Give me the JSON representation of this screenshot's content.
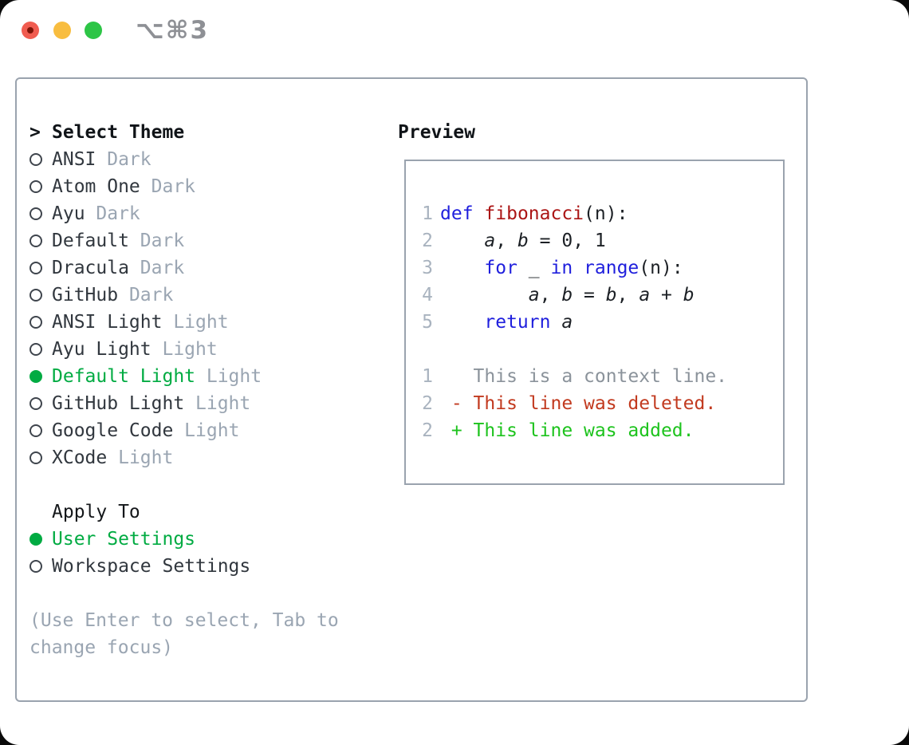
{
  "window": {
    "shortcut_label": "⌥⌘3"
  },
  "panel": {
    "selector": {
      "header_marker": ">",
      "header": "Select Theme",
      "themes": [
        {
          "name": "ANSI",
          "variant": "Dark",
          "selected": false
        },
        {
          "name": "Atom One",
          "variant": "Dark",
          "selected": false
        },
        {
          "name": "Ayu",
          "variant": "Dark",
          "selected": false
        },
        {
          "name": "Default",
          "variant": "Dark",
          "selected": false
        },
        {
          "name": "Dracula",
          "variant": "Dark",
          "selected": false
        },
        {
          "name": "GitHub",
          "variant": "Dark",
          "selected": false
        },
        {
          "name": "ANSI Light",
          "variant": "Light",
          "selected": false
        },
        {
          "name": "Ayu Light",
          "variant": "Light",
          "selected": false
        },
        {
          "name": "Default Light",
          "variant": "Light",
          "selected": true
        },
        {
          "name": "GitHub Light",
          "variant": "Light",
          "selected": false
        },
        {
          "name": "Google Code",
          "variant": "Light",
          "selected": false
        },
        {
          "name": "XCode",
          "variant": "Light",
          "selected": false
        }
      ],
      "apply_to": {
        "header": "Apply To",
        "options": [
          {
            "name": "User Settings",
            "selected": true
          },
          {
            "name": "Workspace Settings",
            "selected": false
          }
        ]
      },
      "hint": "(Use Enter to select, Tab to change focus)"
    },
    "preview": {
      "header": "Preview",
      "lines": [
        {
          "num": "1",
          "tokens": [
            {
              "t": "def",
              "c": "kw"
            },
            {
              "t": " "
            },
            {
              "t": "fibonacci",
              "c": "fn"
            },
            {
              "t": "(n):"
            }
          ]
        },
        {
          "num": "2",
          "tokens": [
            {
              "t": "    "
            },
            {
              "t": "a",
              "c": "var"
            },
            {
              "t": ", "
            },
            {
              "t": "b",
              "c": "var"
            },
            {
              "t": " = 0, 1"
            }
          ]
        },
        {
          "num": "3",
          "tokens": [
            {
              "t": "    "
            },
            {
              "t": "for",
              "c": "kw"
            },
            {
              "t": " _ "
            },
            {
              "t": "in",
              "c": "kw"
            },
            {
              "t": " "
            },
            {
              "t": "range",
              "c": "kw"
            },
            {
              "t": "(n):"
            }
          ]
        },
        {
          "num": "4",
          "tokens": [
            {
              "t": "        "
            },
            {
              "t": "a",
              "c": "var"
            },
            {
              "t": ", "
            },
            {
              "t": "b",
              "c": "var"
            },
            {
              "t": " = "
            },
            {
              "t": "b",
              "c": "var"
            },
            {
              "t": ", "
            },
            {
              "t": "a",
              "c": "var"
            },
            {
              "t": " + "
            },
            {
              "t": "b",
              "c": "var"
            }
          ]
        },
        {
          "num": "5",
          "tokens": [
            {
              "t": "    "
            },
            {
              "t": "return",
              "c": "kw"
            },
            {
              "t": " "
            },
            {
              "t": "a",
              "c": "var"
            }
          ]
        },
        {
          "num": "",
          "tokens": []
        },
        {
          "num": "1",
          "tokens": [
            {
              "t": "   This is a context line.",
              "c": "ctx"
            }
          ]
        },
        {
          "num": "2",
          "tokens": [
            {
              "t": " - This line was deleted.",
              "c": "del"
            }
          ]
        },
        {
          "num": "2",
          "tokens": [
            {
              "t": " + This line was added.",
              "c": "add"
            }
          ]
        }
      ]
    }
  },
  "colors": {
    "selected_green": "#00ab42",
    "added_green": "#1dc31d",
    "deleted_red": "#c23a1f",
    "keyword_blue": "#1f1fdd",
    "function_red": "#ab1515",
    "muted_gray": "#9aa5b2",
    "line_number_gray": "#a9b3bf",
    "panel_border": "#9aa3ae",
    "traffic_red": "#f05c50",
    "traffic_yellow": "#f8bd3f",
    "traffic_green": "#2dc546"
  }
}
